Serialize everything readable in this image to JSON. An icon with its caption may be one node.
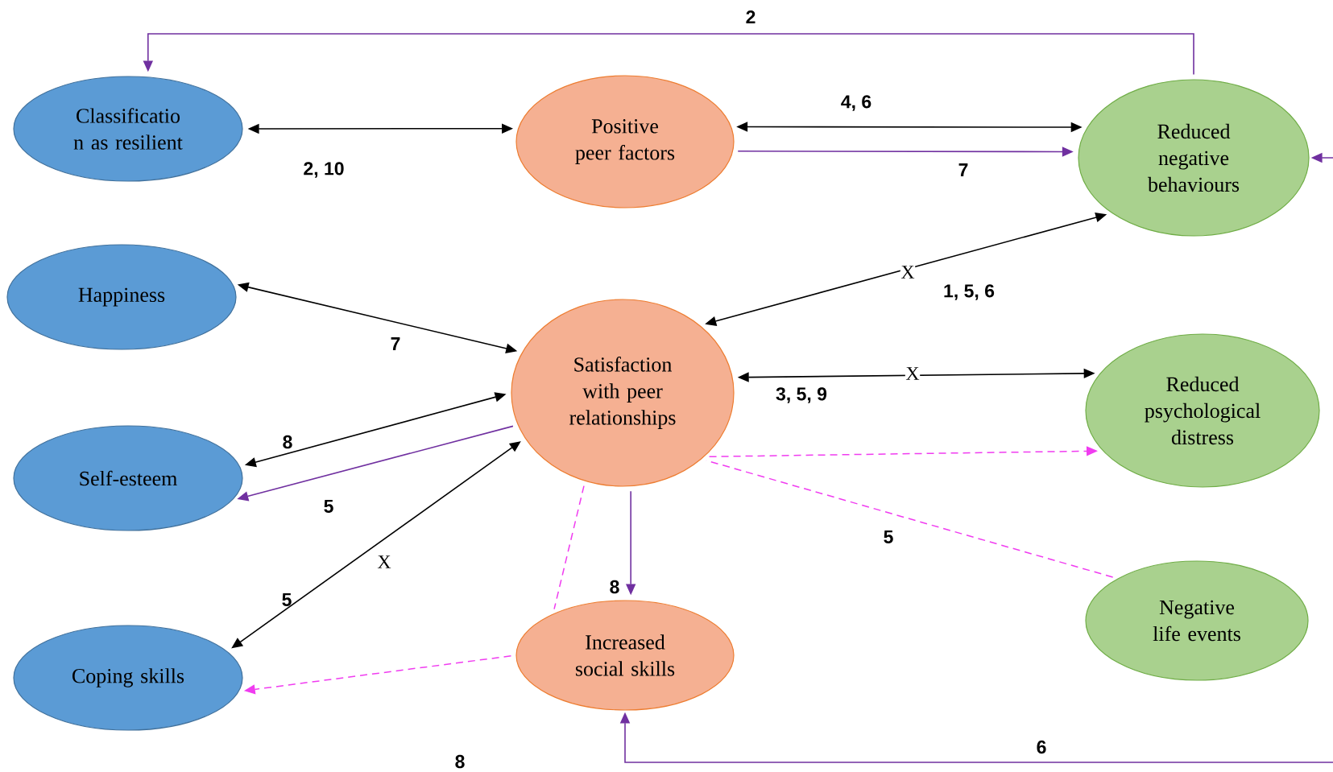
{
  "diagram": {
    "nodes": [
      {
        "text": [
          "Classificatio n as resilient"
        ]
      },
      {
        "text": [
          "Positive peer factors"
        ]
      },
      {
        "text": [
          "Reduced negative behaviours"
        ]
      },
      {
        "text": [
          "Happiness"
        ]
      },
      {
        "text": [
          "Satisfaction with peer relationships"
        ]
      },
      {
        "text": [
          "Reduced psychological distress"
        ]
      },
      {
        "text": [
          "Self-esteem"
        ]
      },
      {
        "text": [
          "Increased social skills"
        ]
      },
      {
        "text": [
          "Negative life events"
        ]
      },
      {
        "text": [
          "Coping skills"
        ]
      }
    ],
    "edges": [
      {
        "from": 2,
        "to": 0,
        "arrow": "to",
        "label": "2",
        "color": "#7030a0"
      },
      {
        "from": 0,
        "to": 1,
        "arrow": "both",
        "label": "2, 10"
      },
      {
        "from": 1,
        "to": 2,
        "arrow": "both",
        "label": "4, 6"
      },
      {
        "from": 1,
        "to": 2,
        "arrow": "to",
        "label": "7",
        "color": "#7030a0"
      },
      {
        "from": null,
        "to": 2,
        "arrow": "to",
        "color": "#7030a0"
      },
      {
        "from": 2,
        "to": 4,
        "arrow": "both",
        "label": "1, 5, 6"
      },
      {
        "from": 3,
        "to": 4,
        "arrow": "both",
        "label": "7"
      },
      {
        "from": 4,
        "to": 5,
        "arrow": "both",
        "label": "3, 5, 9"
      },
      {
        "from": 4,
        "to": 6,
        "arrow": "both",
        "label": "8"
      },
      {
        "from": 4,
        "to": 6,
        "arrow": "to",
        "label": "5",
        "color": "#7030a0"
      },
      {
        "from": 4,
        "to": 9,
        "arrow": "both",
        "label": "5"
      },
      {
        "from": 4,
        "to": 7,
        "arrow": "to",
        "label": "8",
        "color": "#7030a0"
      },
      {
        "from": 4,
        "to": 5,
        "arrow": "to",
        "style": "dashed",
        "color": "#f03cf0"
      },
      {
        "from": 8,
        "to": 4,
        "arrow": "none",
        "label": "5",
        "style": "dashed",
        "color": "#f03cf0"
      },
      {
        "from": 4,
        "to": 7,
        "arrow": "none",
        "style": "dashed",
        "color": "#f03cf0"
      },
      {
        "from": 7,
        "to": 9,
        "arrow": "to",
        "style": "dashed",
        "color": "#f03cf0"
      },
      {
        "from": null,
        "to": 7,
        "arrow": "to",
        "label": "6",
        "color": "#7030a0"
      }
    ],
    "labels": [
      "X",
      "X",
      "X",
      "8"
    ]
  }
}
